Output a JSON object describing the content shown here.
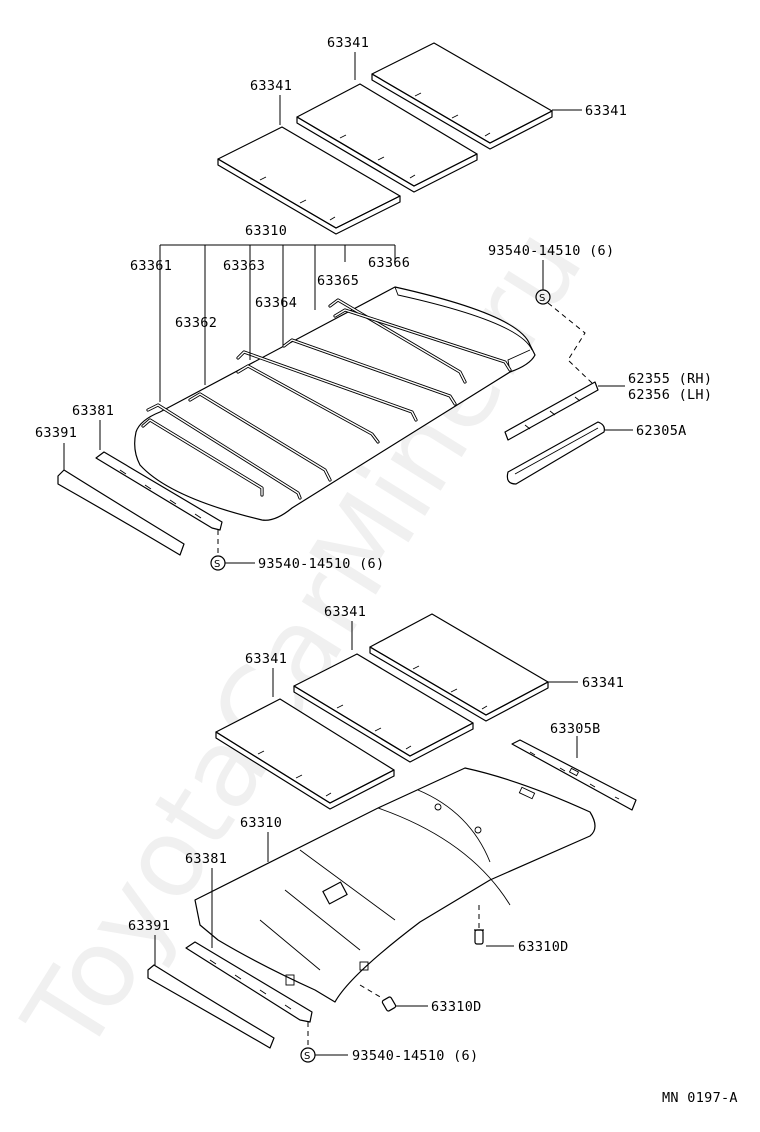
{
  "watermark": "ToyotaCarMine.ru",
  "diagram_code": "MN 0197-A",
  "screw_symbol": "S",
  "upper_assembly": {
    "pad_labels": [
      "63341",
      "63341",
      "63341"
    ],
    "headlining_label": "63310",
    "wire_labels": [
      "63361",
      "63362",
      "63363",
      "63364",
      "63365",
      "63366"
    ],
    "clip_bolt_label": "93540-14510 (6)",
    "retainer_label_rh": "62355 (RH)",
    "retainer_label_lh": "62356 (LH)",
    "garnish_label": "62305A",
    "front_retainer_label": "63381",
    "front_garnish_label": "63391",
    "front_bolt_label": "93540-14510 (6)"
  },
  "lower_assembly": {
    "pad_labels": [
      "63341",
      "63341",
      "63341"
    ],
    "garnish_label": "63305B",
    "headlining_label": "63310",
    "front_retainer_label": "63381",
    "front_garnish_label": "63391",
    "clip_label_right": "63310D",
    "clip_label_front": "63310D",
    "front_bolt_label": "93540-14510 (6)"
  }
}
